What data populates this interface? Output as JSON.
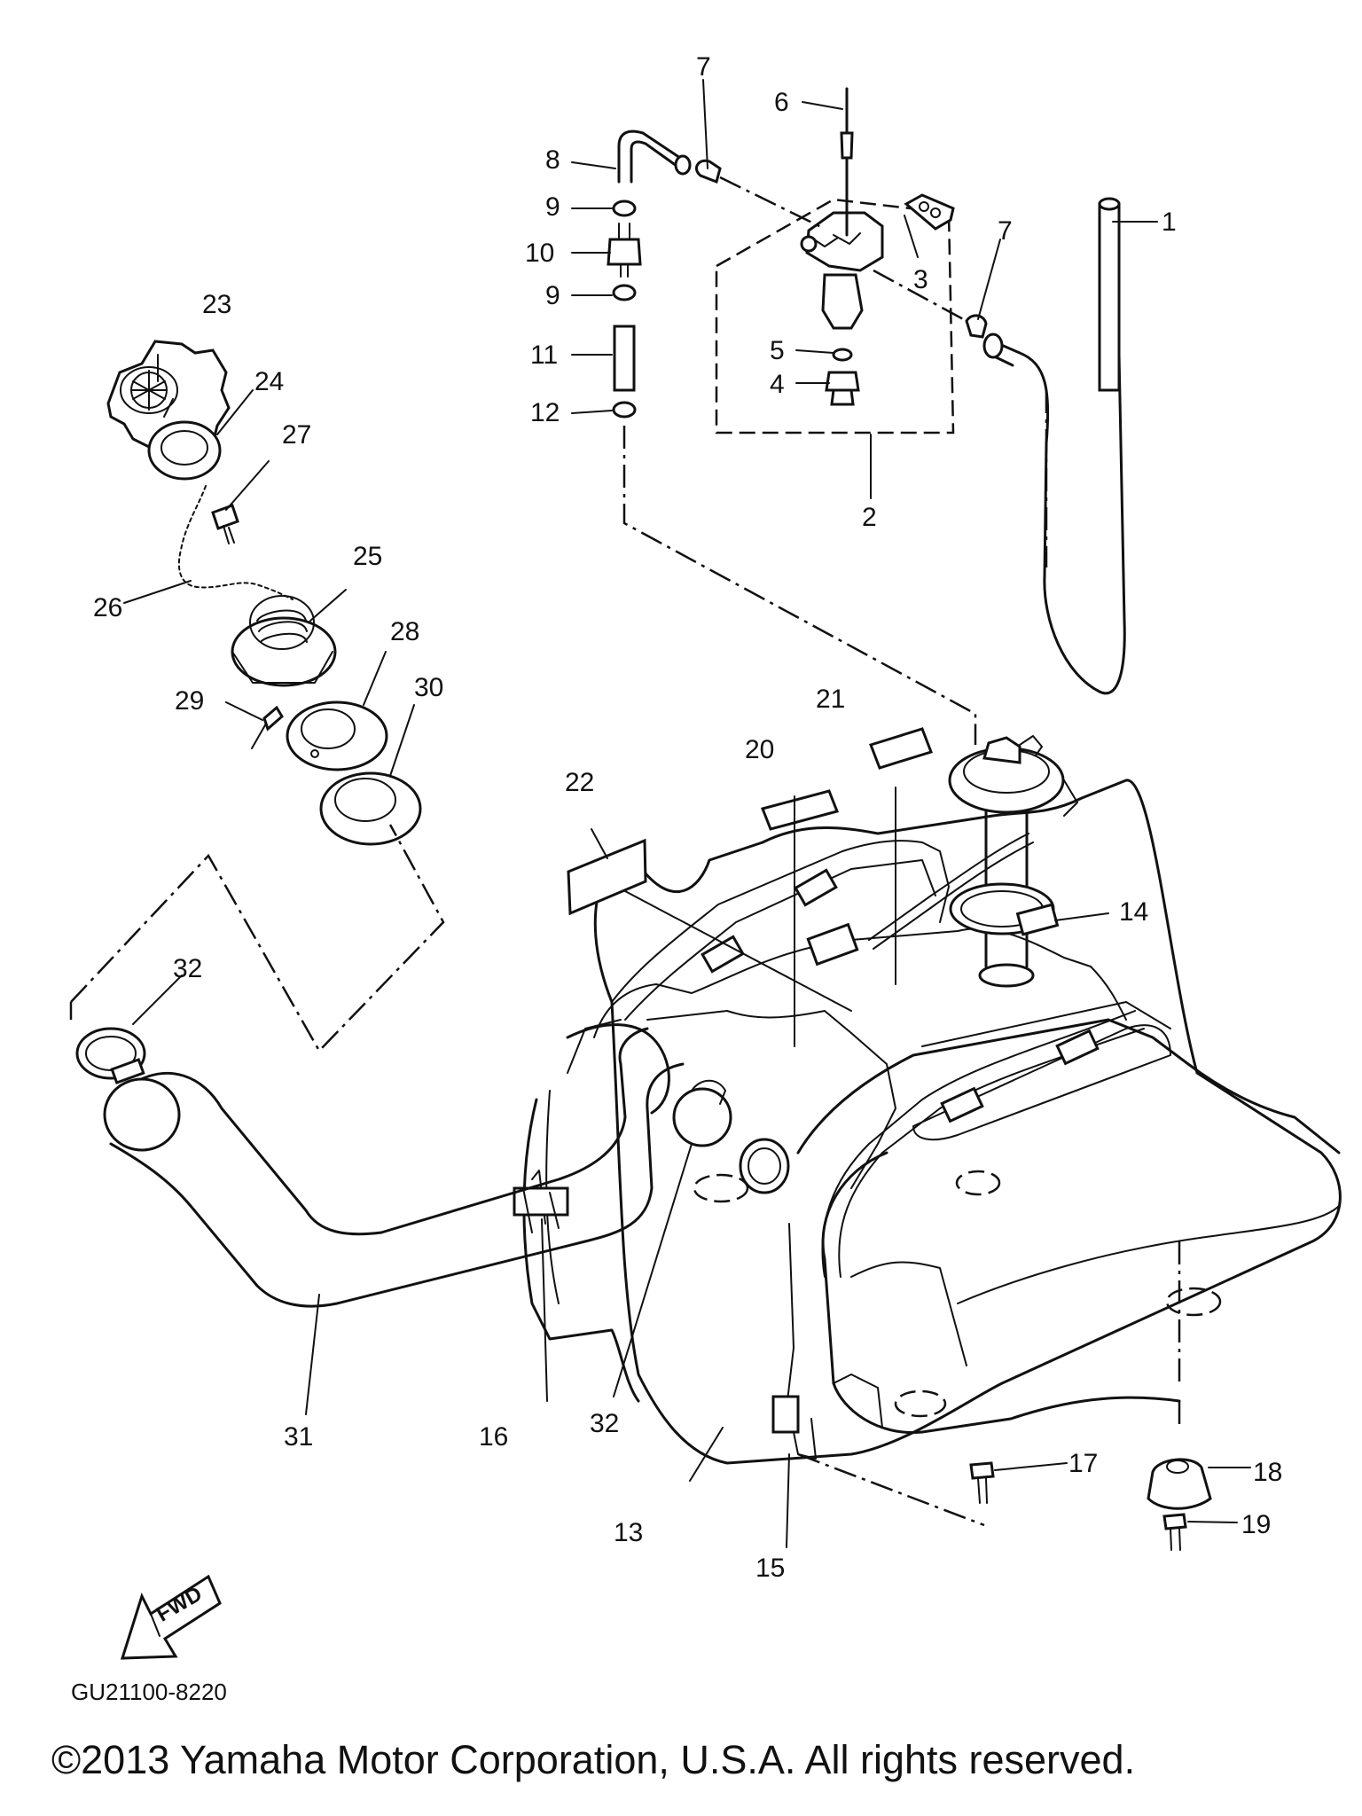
{
  "diagram": {
    "callouts": [
      "1",
      "2",
      "3",
      "4",
      "5",
      "6",
      "7",
      "8",
      "9",
      "10",
      "11",
      "12",
      "13",
      "14",
      "15",
      "16",
      "17",
      "18",
      "19",
      "20",
      "21",
      "22",
      "23",
      "24",
      "25",
      "26",
      "27",
      "28",
      "29",
      "30",
      "31",
      "32"
    ],
    "fwd_label": "FWD",
    "figure_code": "GU21100-8220",
    "copyright": "©2013 Yamaha Motor Corporation, U.S.A. All rights reserved."
  }
}
